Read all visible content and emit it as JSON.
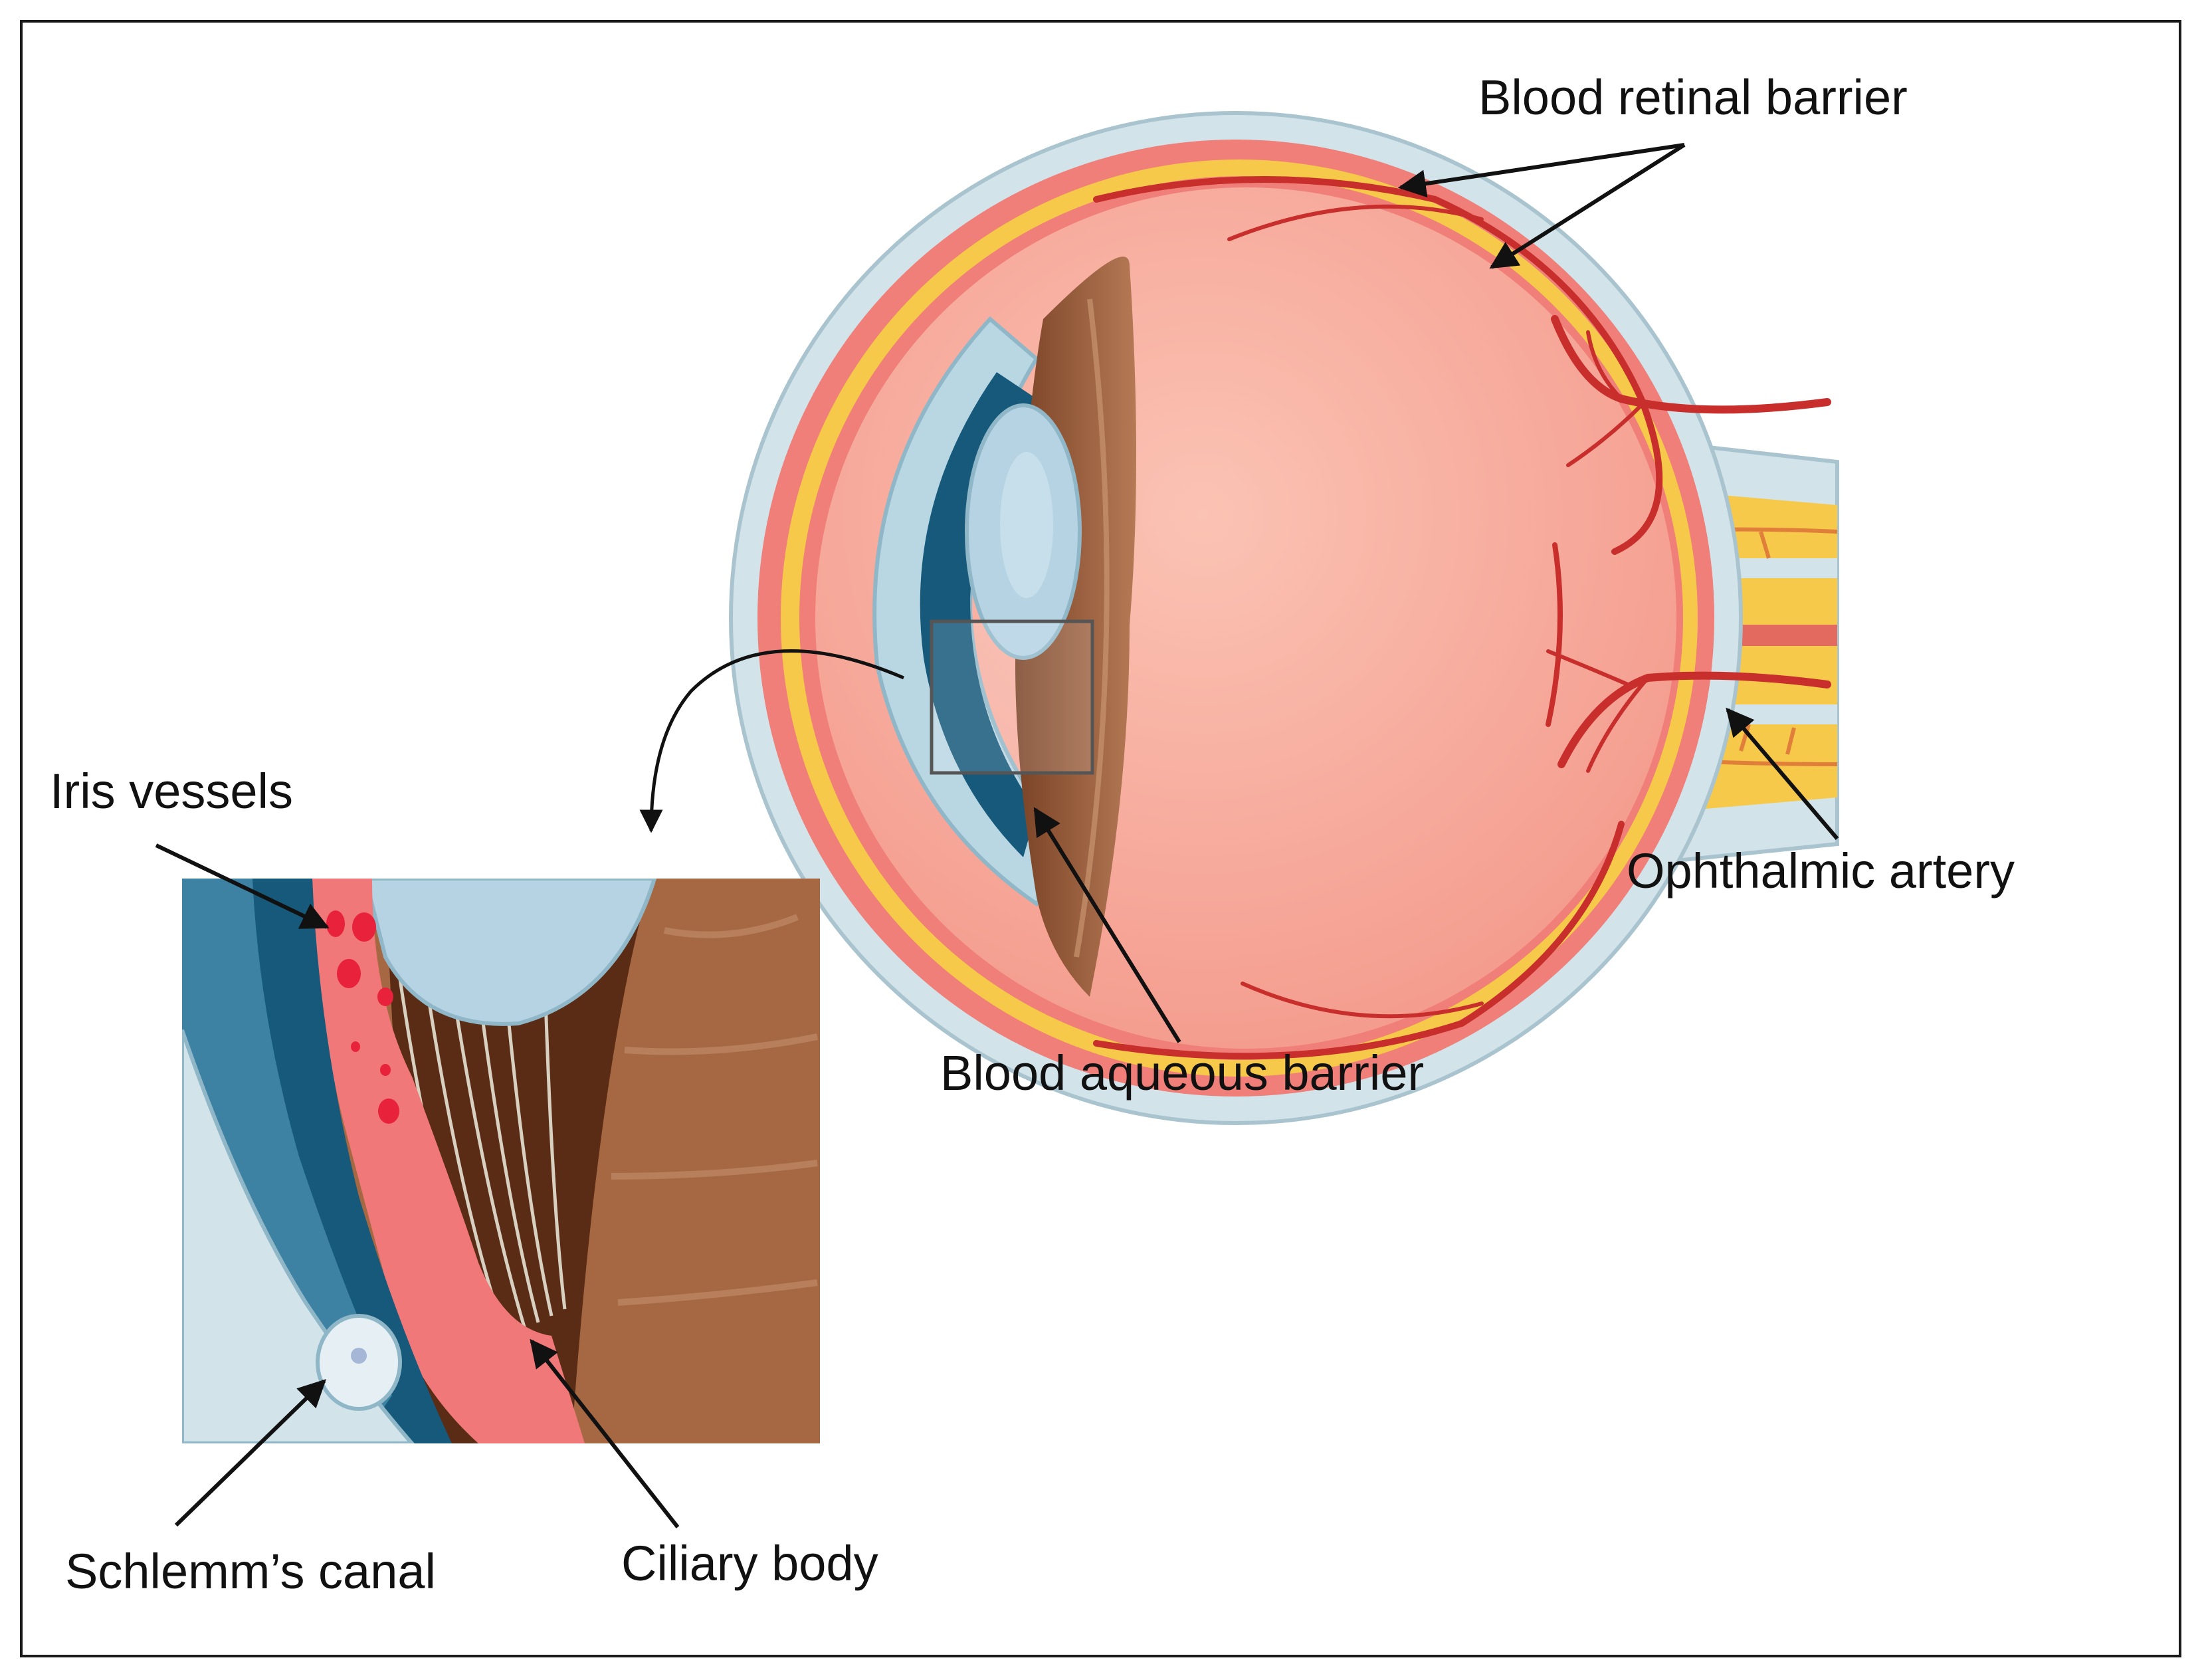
{
  "labels": {
    "blood_retinal_barrier": "Blood retinal barrier",
    "ophthalmic_artery": "Ophthalmic artery",
    "blood_aqueous_barrier": "Blood aqueous barrier",
    "iris_vessels": "Iris vessels",
    "schlemms_canal": "Schlemm’s canal",
    "ciliary_body": "Ciliary body"
  },
  "colors": {
    "sclera": "#d2e4ea",
    "choroid": "#ef7f78",
    "retina_yellow": "#f6c94a",
    "vitreous": "#f7a698",
    "lens": "#b6d3e4",
    "iris_brown": "#a4653f",
    "cornea_dark": "#16597a",
    "vessel": "#c72e2c",
    "pink_tissue": "#f07878"
  }
}
